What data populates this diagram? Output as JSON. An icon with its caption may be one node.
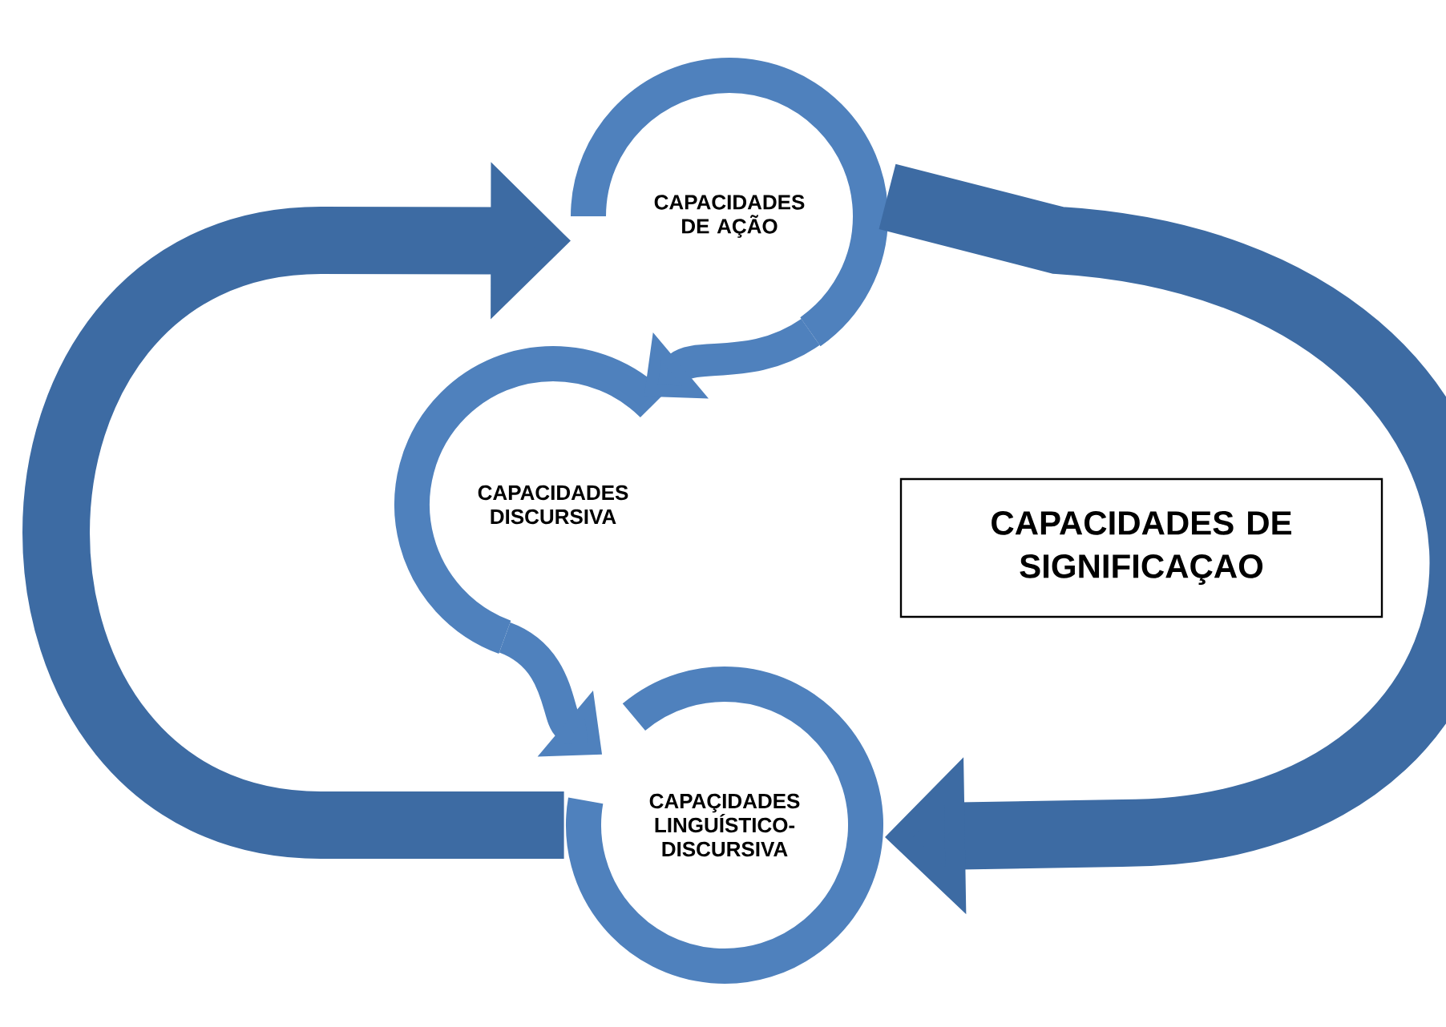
{
  "diagram": {
    "nodes": [
      {
        "text": [
          "CAPACIDADES DE AÇÃO"
        ]
      },
      {
        "text": [
          "CAPACIDADES DISCURSIVA"
        ]
      },
      {
        "text": [
          "CAPAÇIDADES LINGUÍSTICO-DISCURSIVA"
        ]
      },
      {
        "text": [
          "CAPACIDADES DE SIGNIFICAÇAO"
        ]
      }
    ],
    "edges": [
      {
        "from": 0,
        "to": 1,
        "arrow": "to"
      },
      {
        "from": 1,
        "to": 2,
        "arrow": "to"
      },
      {
        "from": 2,
        "to": 0,
        "arrow": "to",
        "style": "thick"
      },
      {
        "from": 0,
        "to": 2,
        "arrow": "to",
        "style": "thick"
      }
    ]
  }
}
